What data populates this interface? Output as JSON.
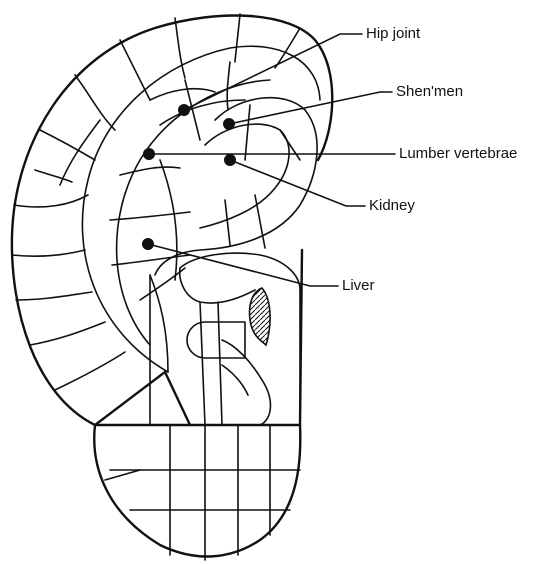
{
  "labels": {
    "hip_joint": "Hip joint",
    "shenmen": "Shen'men",
    "lumber_vertebrae": "Lumber vertebrae",
    "kidney": "Kidney",
    "liver": "Liver"
  },
  "colors": {
    "ink": "#111111",
    "background": "#ffffff"
  }
}
